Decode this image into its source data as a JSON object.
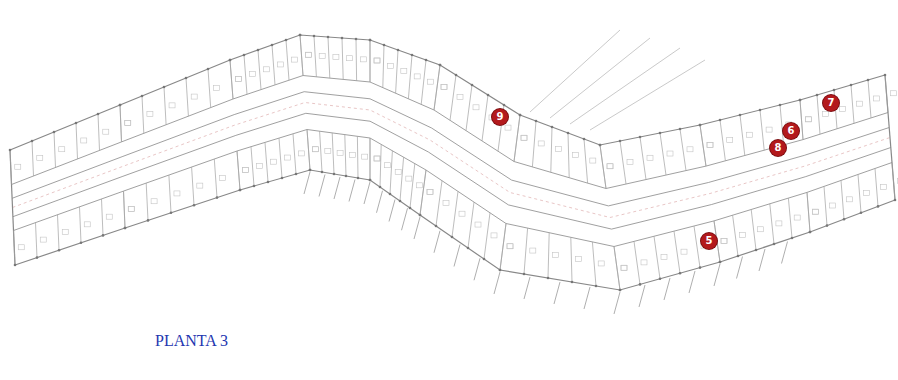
{
  "diagram": {
    "caption": "PLANTA 3",
    "nodes": [
      {
        "text": [
          "7"
        ]
      },
      {
        "text": [
          "9"
        ]
      },
      {
        "text": [
          "6"
        ]
      },
      {
        "text": [
          "8"
        ]
      },
      {
        "text": [
          "5"
        ]
      }
    ]
  }
}
